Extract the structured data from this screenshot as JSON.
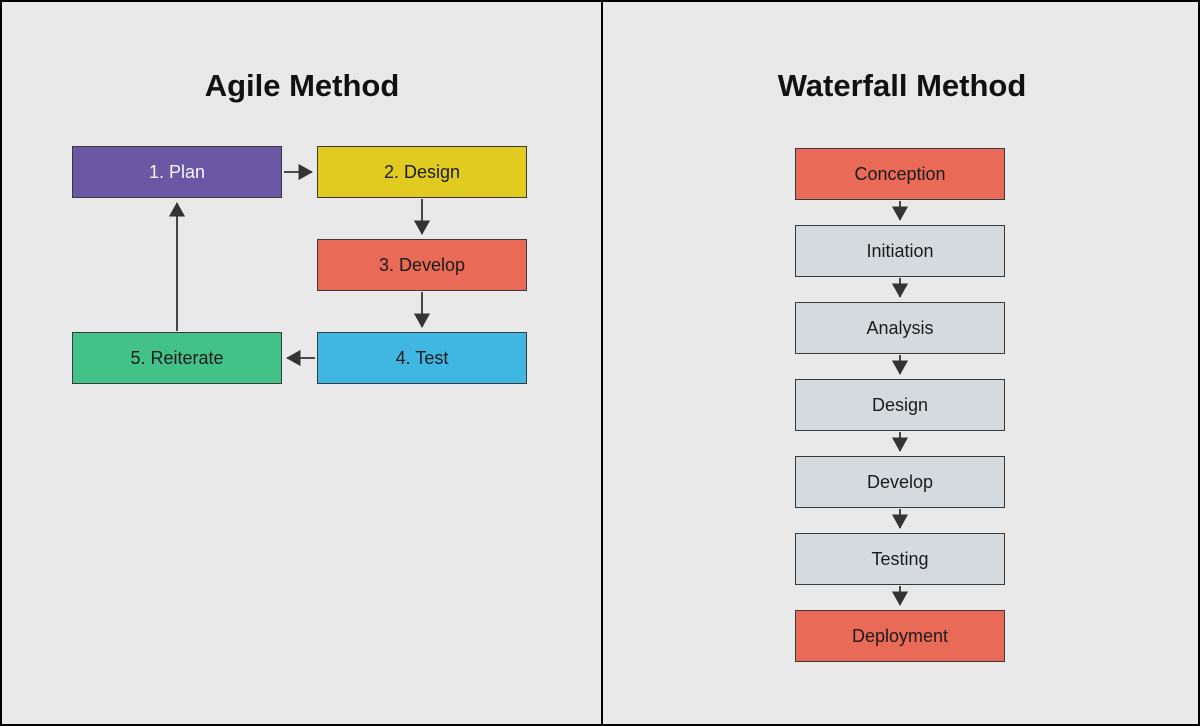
{
  "left_panel": {
    "title": "Agile Method",
    "steps": [
      {
        "label": "1. Plan",
        "fill": "#6a58a5",
        "text": "#f7f4fc"
      },
      {
        "label": "2. Design",
        "fill": "#e2cb21",
        "text": "#1b1b1b"
      },
      {
        "label": "3. Develop",
        "fill": "#e96a57",
        "text": "#1b1b1b"
      },
      {
        "label": "4. Test",
        "fill": "#40b7e2",
        "text": "#1b1b1b"
      },
      {
        "label": "5. Reiterate",
        "fill": "#42c288",
        "text": "#1b1b1b"
      }
    ]
  },
  "right_panel": {
    "title": "Waterfall Method",
    "stages": [
      {
        "label": "Conception",
        "fill": "#e96a57",
        "text": "#1b1b1b"
      },
      {
        "label": "Initiation",
        "fill": "#d5dade",
        "text": "#1b1b1b"
      },
      {
        "label": "Analysis",
        "fill": "#d5dade",
        "text": "#1b1b1b"
      },
      {
        "label": "Design",
        "fill": "#d5dade",
        "text": "#1b1b1b"
      },
      {
        "label": "Develop",
        "fill": "#d5dade",
        "text": "#1b1b1b"
      },
      {
        "label": "Testing",
        "fill": "#d5dade",
        "text": "#1b1b1b"
      },
      {
        "label": "Deployment",
        "fill": "#e96a57",
        "text": "#1b1b1b"
      }
    ]
  },
  "style": {
    "background": "#e9e9ea",
    "border_color": "#000000",
    "arrow_color": "#333333"
  }
}
